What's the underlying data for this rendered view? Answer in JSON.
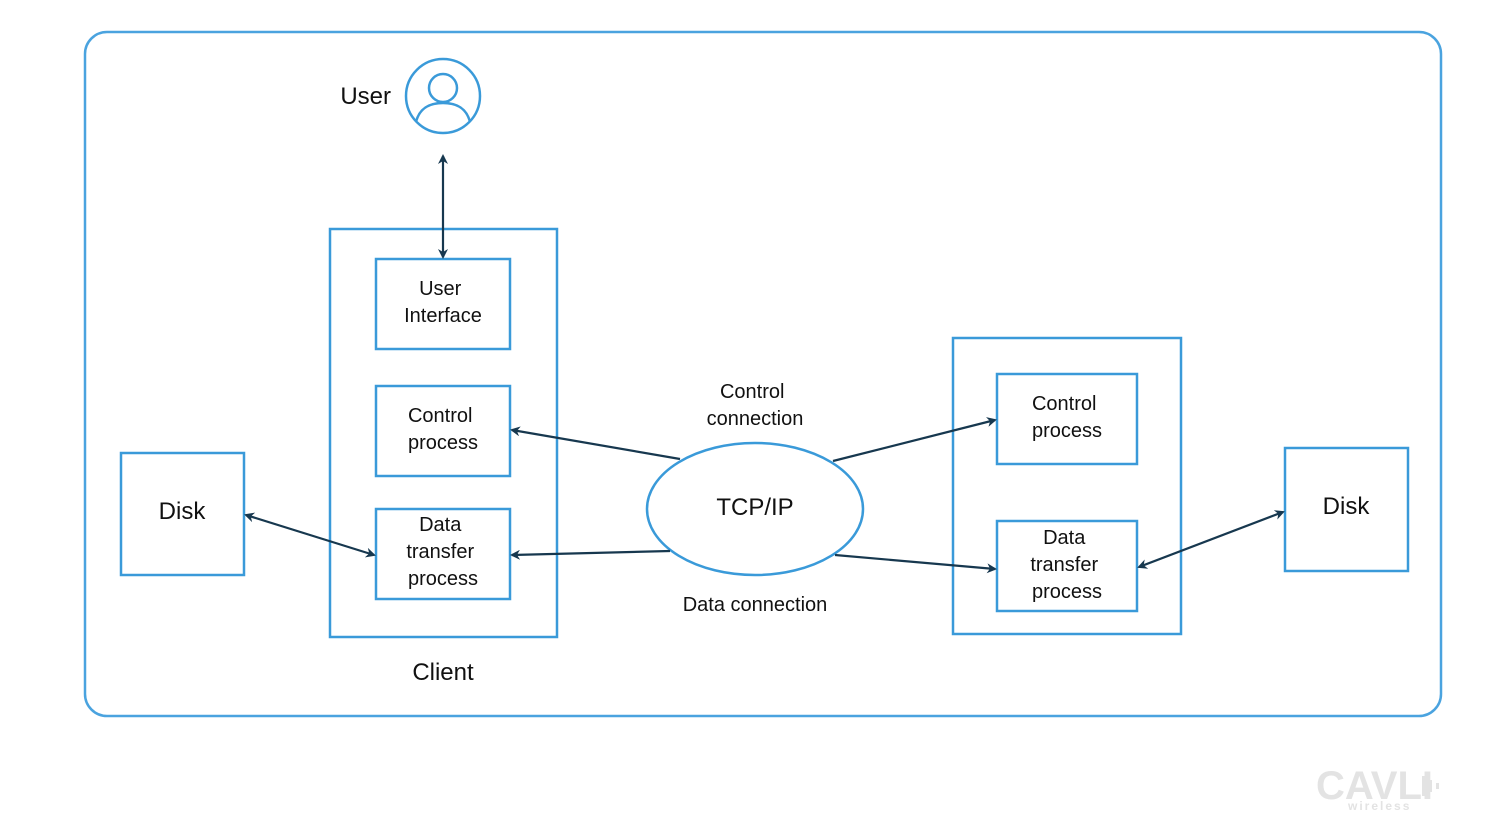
{
  "labels": {
    "user": "User",
    "client": "Client",
    "user_interface": [
      "User",
      "Interface"
    ],
    "client_control_process": [
      "Control",
      "process"
    ],
    "client_data_transfer_process": [
      "Data",
      "transfer",
      "process"
    ],
    "server_control_process": [
      "Control",
      "process"
    ],
    "server_data_transfer_process": [
      "Data",
      "transfer",
      "process"
    ],
    "disk_left": "Disk",
    "disk_right": "Disk",
    "tcpip": "TCP/IP",
    "control_connection": [
      "Control",
      "connection"
    ],
    "data_connection": "Data connection"
  },
  "logo": {
    "name": "CAVLI",
    "sub": "wireless"
  },
  "colors": {
    "box_stroke": "#3a9ad9",
    "frame_stroke": "#4aa3df",
    "arrow": "#17384f",
    "logo": "#e3e3e3"
  }
}
